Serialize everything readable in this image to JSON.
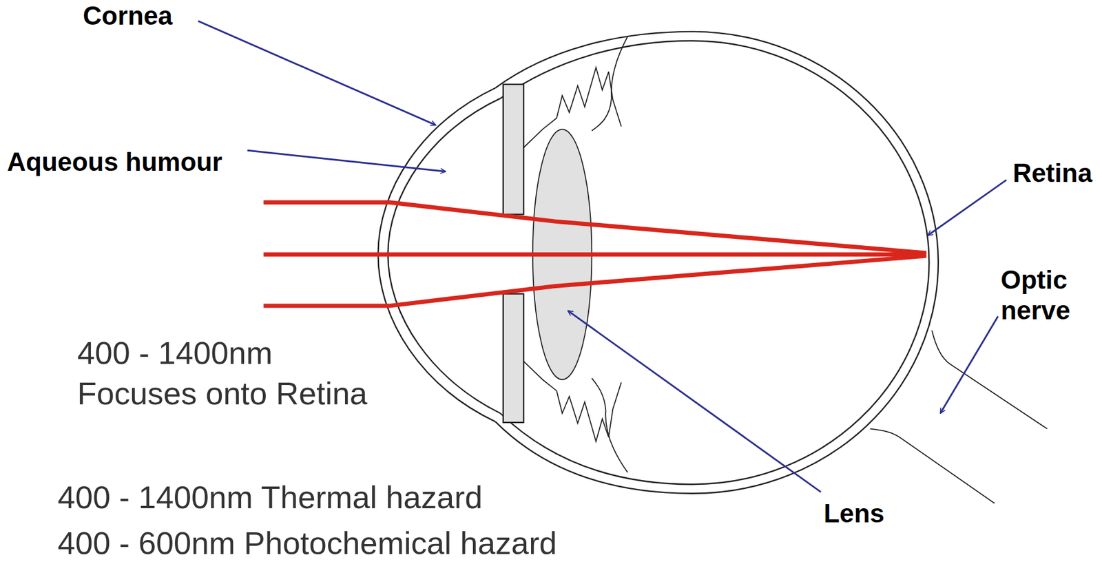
{
  "diagram": {
    "labels": [
      "Cornea",
      "Aqueous humour",
      "Retina",
      "Optic nerve",
      "Lens",
      "400 - 1400nm Focuses onto Retina",
      "400 - 1400nm Thermal hazard",
      "400 - 600nm Photochemical hazard"
    ]
  }
}
